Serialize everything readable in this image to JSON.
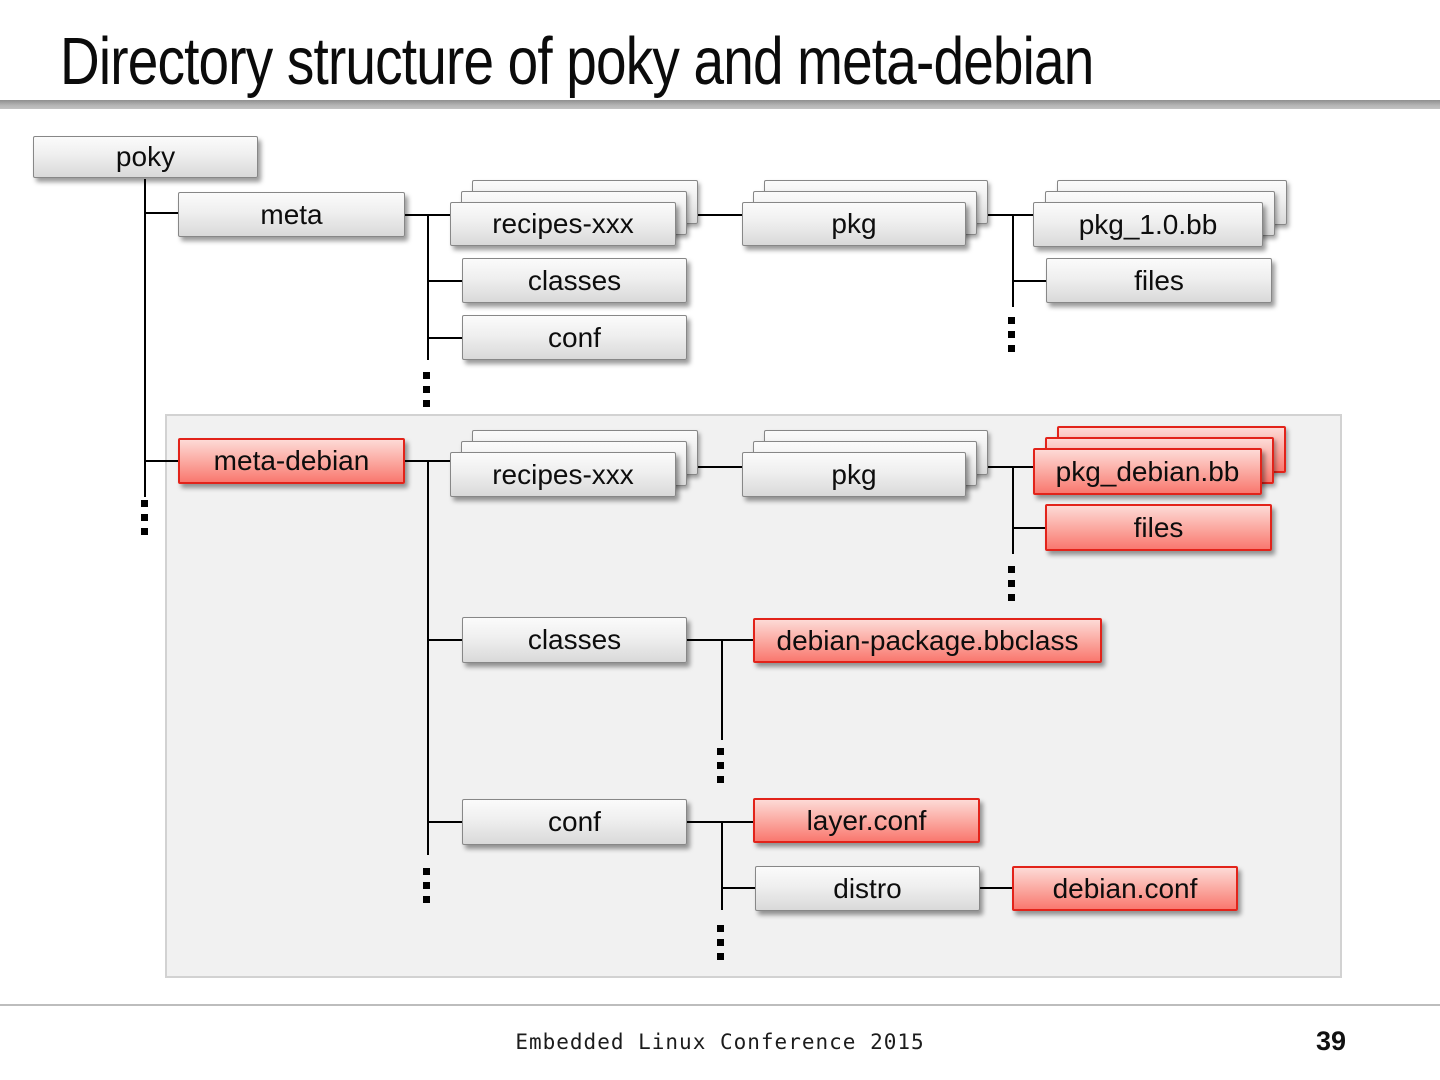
{
  "slide": {
    "title": "Directory structure of poky and meta-debian",
    "footer_text": "Embedded Linux Conference 2015",
    "page_number": "39"
  },
  "colors": {
    "default_node_fill": "#e9e9e9",
    "default_node_border": "#878787",
    "highlight_node_fill": "#f9786f",
    "highlight_node_border": "#e2231a",
    "panel_background": "#f1f1f1",
    "connector": "#000000"
  },
  "tree": {
    "poky": {
      "label": "poky",
      "highlighted": false,
      "stacked": false
    },
    "meta": {
      "label": "meta",
      "highlighted": false,
      "stacked": false
    },
    "meta_recipes": {
      "label": "recipes-xxx",
      "highlighted": false,
      "stacked": true
    },
    "meta_pkg": {
      "label": "pkg",
      "highlighted": false,
      "stacked": true
    },
    "meta_pkg_bb": {
      "label": "pkg_1.0.bb",
      "highlighted": false,
      "stacked": true
    },
    "meta_files": {
      "label": "files",
      "highlighted": false,
      "stacked": false
    },
    "meta_classes": {
      "label": "classes",
      "highlighted": false,
      "stacked": false
    },
    "meta_conf": {
      "label": "conf",
      "highlighted": false,
      "stacked": false
    },
    "meta_debian": {
      "label": "meta-debian",
      "highlighted": true,
      "stacked": false
    },
    "md_recipes": {
      "label": "recipes-xxx",
      "highlighted": false,
      "stacked": true
    },
    "md_pkg": {
      "label": "pkg",
      "highlighted": false,
      "stacked": true
    },
    "md_pkg_bb": {
      "label": "pkg_debian.bb",
      "highlighted": true,
      "stacked": true
    },
    "md_files": {
      "label": "files",
      "highlighted": true,
      "stacked": false
    },
    "md_classes": {
      "label": "classes",
      "highlighted": false,
      "stacked": false
    },
    "md_bbclass": {
      "label": "debian-package.bbclass",
      "highlighted": true,
      "stacked": false
    },
    "md_conf": {
      "label": "conf",
      "highlighted": false,
      "stacked": false
    },
    "md_layer_conf": {
      "label": "layer.conf",
      "highlighted": true,
      "stacked": false
    },
    "md_distro": {
      "label": "distro",
      "highlighted": false,
      "stacked": false
    },
    "md_debian_conf": {
      "label": "debian.conf",
      "highlighted": true,
      "stacked": false
    }
  }
}
